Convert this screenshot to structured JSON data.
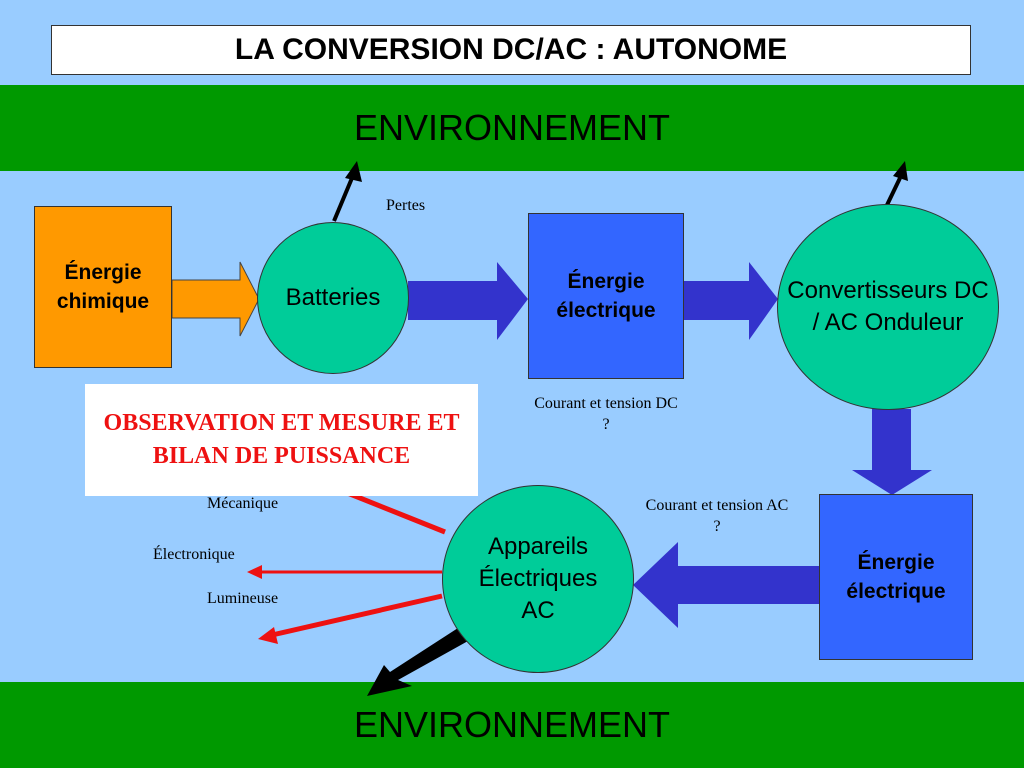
{
  "title": "LA CONVERSION DC/AC : AUTONOME",
  "environment_top": "ENVIRONNEMENT",
  "environment_bottom": "ENVIRONNEMENT",
  "nodes": {
    "energie_chimique": "Énergie chimique",
    "batteries": "Batteries",
    "energie_electrique_dc": "Énergie électrique",
    "convertisseurs": "Convertisseurs DC / AC Onduleur",
    "energie_electrique_ac": "Énergie électrique",
    "appareils": "Appareils Électriques AC"
  },
  "labels": {
    "pertes": "Pertes",
    "courant_dc": "Courant et tension DC ?",
    "courant_ac": "Courant et tension AC ?",
    "mecanique": "Mécanique",
    "electronique": "Électronique",
    "lumineuse": "Lumineuse"
  },
  "observation": "OBSERVATION ET MESURE ET BILAN DE PUISSANCE",
  "colors": {
    "background": "#99ccff",
    "band": "#009900",
    "chemical": "#ff9900",
    "electric": "#3366ff",
    "device": "#00cc99",
    "flow_arrow": "#3333cc",
    "output_arrow": "#ee1111"
  }
}
